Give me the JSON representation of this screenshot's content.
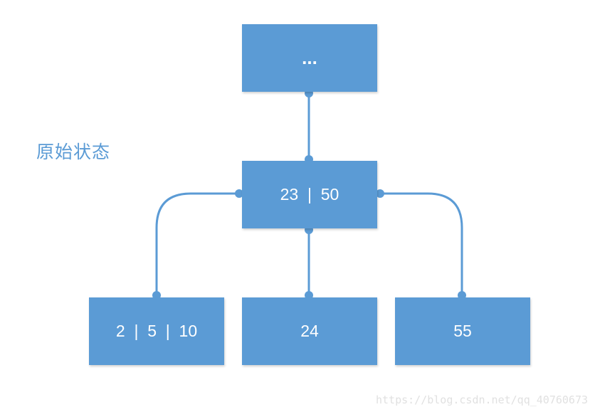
{
  "caption": "原始状态",
  "nodes": {
    "top": "...",
    "middle": "23  |  50",
    "left": "2  |  5  |  10",
    "center": "24",
    "right": "55"
  },
  "colors": {
    "node_fill": "#5b9bd5",
    "node_text": "#ffffff",
    "connector": "#5b9bd5",
    "caption": "#5b9bd5"
  },
  "watermark": "https://blog.csdn.net/qq_40760673"
}
